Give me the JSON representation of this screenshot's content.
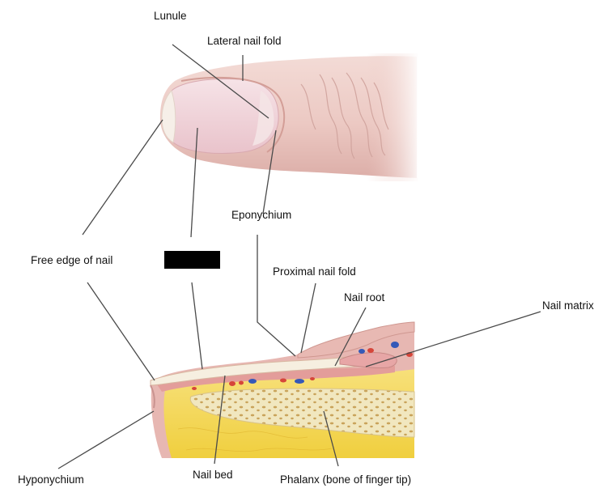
{
  "labels": {
    "lunule": "Lunule",
    "lateral_nail_fold": "Lateral nail fold",
    "eponychium": "Eponychium",
    "free_edge": "Free edge of nail",
    "proximal_nail_fold": "Proximal nail fold",
    "nail_root": "Nail root",
    "nail_matrix": "Nail matrix",
    "hyponychium": "Hyponychium",
    "nail_bed": "Nail bed",
    "phalanx": "Phalanx (bone of finger tip)"
  },
  "hidden_label": "",
  "colors": {
    "skin": "#ecc9c3",
    "skin_shadow": "#d9aaa4",
    "nail": "#f3dbe0",
    "nail_free_edge": "#f6efe8",
    "bone": "#f1e7bf",
    "bone_pores": "#c9a35a",
    "fat": "#f4d85a",
    "dermis": "#e7b7b2",
    "vessel_red": "#d6453a",
    "vessel_blue": "#3559b8",
    "redaction": "#000000"
  }
}
